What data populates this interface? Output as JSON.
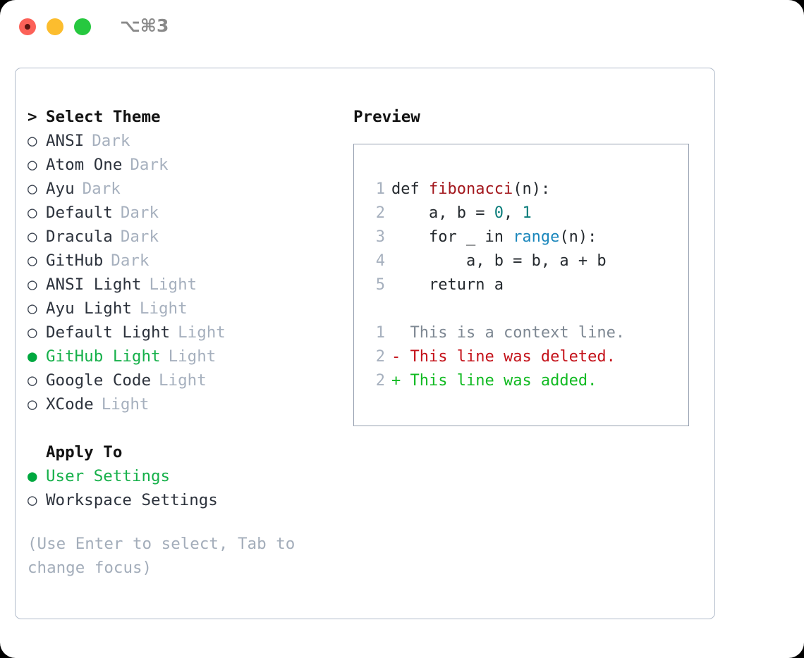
{
  "titlebar": {
    "shortcut": "⌥⌘3",
    "buttons": [
      {
        "name": "close",
        "color": "#fc6158"
      },
      {
        "name": "minimize",
        "color": "#fcbd2e"
      },
      {
        "name": "zoom",
        "color": "#26c83f"
      }
    ]
  },
  "theme_picker": {
    "heading": "Select Theme",
    "caret": ">",
    "radio_empty": "○",
    "radio_filled": "●",
    "items": [
      {
        "label": "ANSI",
        "category": "Dark",
        "selected": false
      },
      {
        "label": "Atom One",
        "category": "Dark",
        "selected": false
      },
      {
        "label": "Ayu",
        "category": "Dark",
        "selected": false
      },
      {
        "label": "Default",
        "category": "Dark",
        "selected": false
      },
      {
        "label": "Dracula",
        "category": "Dark",
        "selected": false
      },
      {
        "label": "GitHub",
        "category": "Dark",
        "selected": false
      },
      {
        "label": "ANSI Light",
        "category": "Light",
        "selected": false
      },
      {
        "label": "Ayu Light",
        "category": "Light",
        "selected": false
      },
      {
        "label": "Default Light",
        "category": "Light",
        "selected": false
      },
      {
        "label": "GitHub Light",
        "category": "Light",
        "selected": true
      },
      {
        "label": "Google Code",
        "category": "Light",
        "selected": false
      },
      {
        "label": "XCode",
        "category": "Light",
        "selected": false
      }
    ]
  },
  "apply_to": {
    "heading": "Apply To",
    "items": [
      {
        "label": "User Settings",
        "selected": true
      },
      {
        "label": "Workspace Settings",
        "selected": false
      }
    ]
  },
  "hint": "(Use Enter to select, Tab to change focus)",
  "preview": {
    "title": "Preview",
    "code_lines": [
      {
        "num": "1",
        "tokens": [
          {
            "t": "def ",
            "c": "kw"
          },
          {
            "t": "fibonacci",
            "c": "fn"
          },
          {
            "t": "(n):",
            "c": "kw"
          }
        ]
      },
      {
        "num": "2",
        "tokens": [
          {
            "t": "    a, b = ",
            "c": "kw"
          },
          {
            "t": "0",
            "c": "num"
          },
          {
            "t": ", ",
            "c": "kw"
          },
          {
            "t": "1",
            "c": "num"
          }
        ]
      },
      {
        "num": "3",
        "tokens": [
          {
            "t": "    for _ in ",
            "c": "kw"
          },
          {
            "t": "range",
            "c": "bi"
          },
          {
            "t": "(n):",
            "c": "kw"
          }
        ]
      },
      {
        "num": "4",
        "tokens": [
          {
            "t": "        a, b = b, a + b",
            "c": "kw"
          }
        ]
      },
      {
        "num": "5",
        "tokens": [
          {
            "t": "    return a",
            "c": "kw"
          }
        ]
      }
    ],
    "diff_lines": [
      {
        "num": "1",
        "prefix": "  ",
        "text": "This is a context line.",
        "kind": "ctx"
      },
      {
        "num": "2",
        "prefix": "- ",
        "text": "This line was deleted.",
        "kind": "del"
      },
      {
        "num": "2",
        "prefix": "+ ",
        "text": "This line was added.",
        "kind": "add"
      }
    ]
  },
  "colors": {
    "accent_green": "#16b04a",
    "dot_green": "#00a83f",
    "muted": "#a6b0be",
    "hint": "#a3adba",
    "text": "#2c323c",
    "panel_border": "#b2bccb",
    "preview_border": "#96a0b0",
    "syntax_function": "#a3181e",
    "syntax_number": "#0b7d7b",
    "syntax_builtin": "#1b87bc",
    "diff_delete": "#c4121a",
    "diff_add": "#11ba22",
    "diff_context": "#7e8893"
  }
}
